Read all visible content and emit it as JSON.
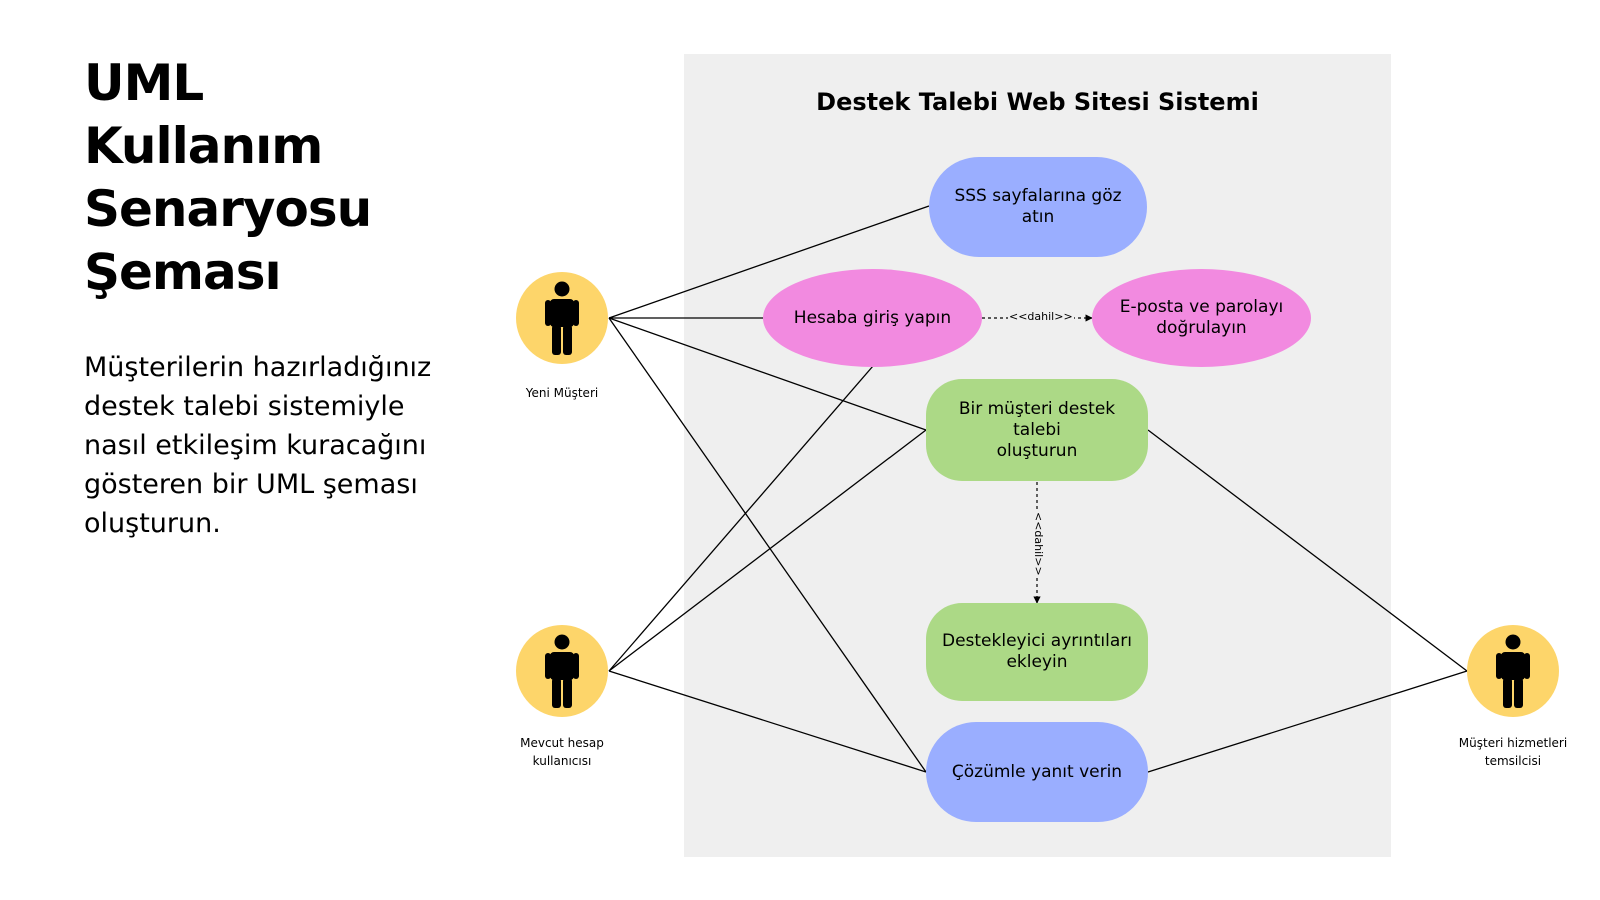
{
  "heading": {
    "lines": [
      "UML",
      "Kullanım",
      "Senaryosu",
      "Şeması"
    ]
  },
  "description": {
    "lines": [
      "Müşterilerin hazırladığınız",
      "destek talebi sistemiyle",
      "nasıl etkileşim kuracağını",
      "gösteren bir UML şeması",
      "oluşturun."
    ]
  },
  "system": {
    "title": "Destek Talebi Web Sitesi Sistemi"
  },
  "use_cases": {
    "faq": {
      "lines": [
        "SSS sayfalarına göz atın"
      ],
      "color": "#9aaeff"
    },
    "login": {
      "lines": [
        "Hesaba giriş yapın"
      ],
      "color": "#f28ae0"
    },
    "verify": {
      "lines": [
        "E-posta ve parolayı",
        "doğrulayın"
      ],
      "color": "#f28ae0"
    },
    "create_ticket": {
      "lines": [
        "Bir müşteri destek talebi",
        "oluşturun"
      ],
      "color": "#acd986"
    },
    "add_details": {
      "lines": [
        "Destekleyici ayrıntıları",
        "ekleyin"
      ],
      "color": "#acd986"
    },
    "respond": {
      "lines": [
        "Çözümle yanıt verin"
      ],
      "color": "#9aaeff"
    }
  },
  "actors": {
    "new_customer": {
      "lines": [
        "Yeni Müşteri"
      ],
      "color": "#fdd56a"
    },
    "existing_user": {
      "lines": [
        "Mevcut hesap",
        "kullanıcısı"
      ],
      "color": "#fdd56a"
    },
    "rep": {
      "lines": [
        "Müşteri hizmetleri",
        "temsilcisi"
      ],
      "color": "#fdd56a"
    }
  },
  "relations": {
    "include_login_verify": "<<dahil>>",
    "include_ticket_details": "<<dahil>>"
  }
}
